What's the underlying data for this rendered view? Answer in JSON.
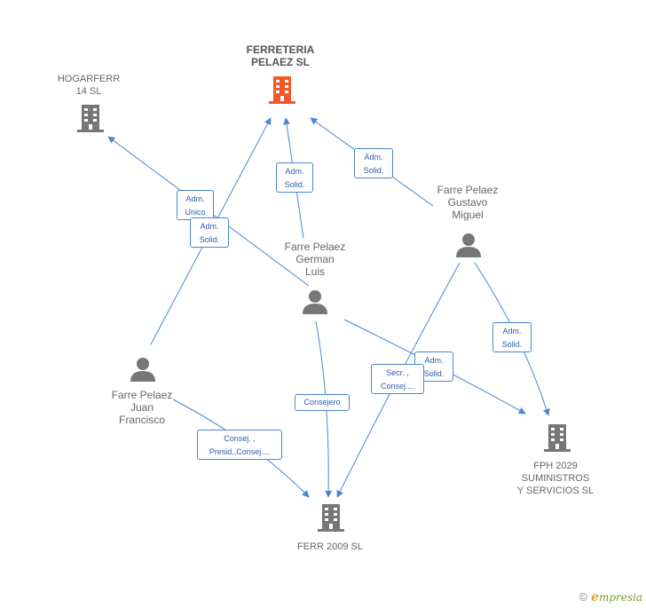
{
  "nodes": {
    "ferreteria": {
      "label": "FERRETERIA\nPELAEZ SL",
      "color": "#f05a28"
    },
    "hogarferr": {
      "label": "HOGARFERR\n14  SL",
      "color": "#777777"
    },
    "german": {
      "label": "Farre Pelaez\nGerman\nLuis",
      "color": "#777777"
    },
    "gustavo": {
      "label": "Farre Pelaez\nGustavo\nMiguel",
      "color": "#777777"
    },
    "juan": {
      "label": "Farre Pelaez\nJuan\nFrancisco",
      "color": "#777777"
    },
    "ferr2009": {
      "label": "FERR 2009 SL",
      "color": "#777777"
    },
    "fph": {
      "label": "FPH 2029\nSUMINISTROS\nY SERVICIOS SL",
      "color": "#777777"
    }
  },
  "edges": {
    "german_hogarferr": "Adm.\nUnico",
    "juan_ferreteria": "Adm.\nSolid.",
    "german_ferreteria": "Adm.\nSolid.",
    "gustavo_ferreteria": "Adm.\nSolid.",
    "gustavo_fph": "Adm.\nSolid.",
    "german_fph": "Adm.\nSolid.",
    "gustavo_ferr2009": "Secr. ,\nConsej....",
    "german_ferr2009": "Consejero",
    "juan_ferr2009": "Consej. ,\nPresid.,Consej...."
  },
  "colors": {
    "edge": "#4a86d0",
    "edge_text": "#2a5fa8"
  },
  "footer": {
    "copyright": "©",
    "brand_initial": "e",
    "brand_rest": "mpresia"
  }
}
